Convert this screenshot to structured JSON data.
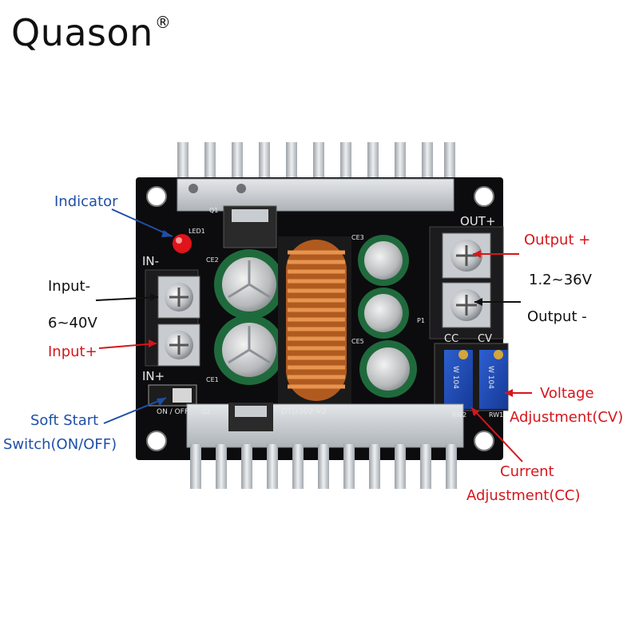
{
  "brand": {
    "name": "Quason",
    "mark": "®"
  },
  "board": {
    "silk": {
      "out_plus": "OUT+",
      "in_minus": "IN-",
      "in_plus": "IN+",
      "cc": "CC",
      "cv": "CV",
      "model": "DTD302-V2",
      "on_off": "ON / OFF",
      "led": "LED1",
      "q1": "Q1",
      "q2": "Q2",
      "ce2": "CE2",
      "ce1": "CE1",
      "ce3": "CE3",
      "ce5": "CE5",
      "p1": "P1",
      "rw1": "RW1",
      "rw2": "RW2",
      "pot_code": "W 104"
    }
  },
  "callouts": {
    "indicator": "Indicator",
    "input_minus": "Input-",
    "input_voltage": "6~40V",
    "input_plus": "Input+",
    "soft_start_1": "Soft Start",
    "soft_start_2": "Switch(ON/OFF)",
    "output_plus": "Output +",
    "output_voltage": "1.2~36V",
    "output_minus": "Output -",
    "voltage_adj_1": "Voltage",
    "voltage_adj_2": "Adjustment(CV)",
    "current_adj_1": "Current",
    "current_adj_2": "Adjustment(CC)"
  },
  "colors": {
    "callout_blue": "#1f4fa8",
    "callout_red": "#d6161b",
    "pcb": "#0c0c0e",
    "heatsink": "#c9cdd2",
    "copper": "#c26a2c"
  }
}
